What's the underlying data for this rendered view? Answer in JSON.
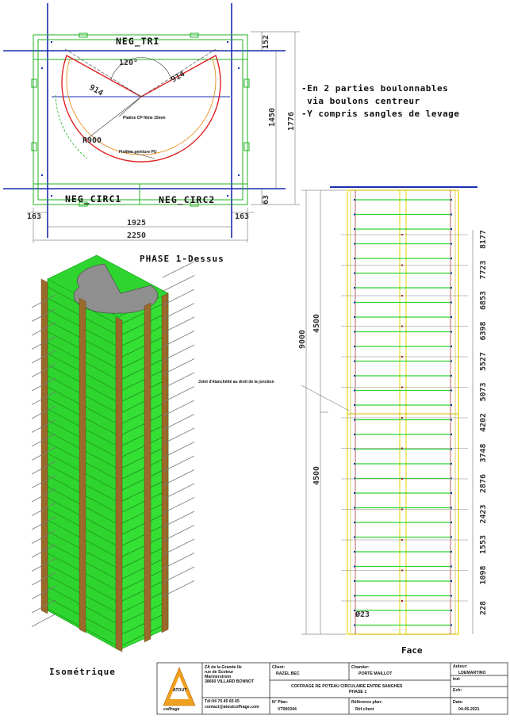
{
  "top_view": {
    "part_tri": "NEG_TRI",
    "part_circ1": "NEG_CIRC1",
    "part_circ2": "NEG_CIRC2",
    "angle": "120°",
    "len_left": "914",
    "len_right": "914",
    "radius": "R900",
    "leader_1": "Platine CP filmé 15mm",
    "leader_2": "Finition peinture PU",
    "dim_1925": "1925",
    "dim_2250": "2250",
    "dim_163_left": "163",
    "dim_163_right": "163",
    "dim_152": "152",
    "dim_1450": "1450",
    "dim_1776": "1776",
    "dim_63": "63",
    "caption": "PHASE 1-Dessus"
  },
  "notes": [
    "-En 2 parties boulonnables",
    " via boulons centreur",
    "-Y compris sangles de levage"
  ],
  "iso_caption": "Isométrique",
  "face_view": {
    "caption": "Face",
    "joint_note": "Joint d'étanchéité au droit de la jonction",
    "dim_9000": "9000",
    "dim_4500_top": "4500",
    "dim_4500_bottom": "4500",
    "diameter": "Ø23",
    "right_dims": [
      "8177",
      "7723",
      "6853",
      "6398",
      "5527",
      "5073",
      "4202",
      "3748",
      "2876",
      "2423",
      "1553",
      "1098",
      "228"
    ]
  },
  "title_block": {
    "address": [
      "ZA de la Grande Ile",
      "rue de Scoteur",
      "Marmerstrom",
      "38660 VILLARD BONNOT"
    ],
    "contact": [
      "Tél:04 76 45 65 65",
      "contact@atoutcoffrage.com"
    ],
    "logo_top": "ATOUT",
    "logo_bottom": "coffrage",
    "client_label": "Client:",
    "client": "RAZEL BEC",
    "chantier_label": "Chantier:",
    "chantier": "PORTE MAILLOT",
    "auteur_label": "Auteur:",
    "auteur": "LDEMARTINO",
    "title": "COFFRAGE DE POTEAU CIRCULAIRE ENTRE SANGHES",
    "subtitle": "PHASE 1",
    "ind_label": "Ind:",
    "ech_label": "Ech:",
    "plan_label": "N° Plan:",
    "plan": "VT000344",
    "ref_label": "Référence plan:",
    "ref": "Réf client",
    "date_label": "Date:",
    "date": "04-05-2021"
  },
  "colors": {
    "panel_green": "#2fd52f",
    "frame_green": "#20b020",
    "wood": "#9a6a2a",
    "beam_blue": "#1a2db0",
    "outline_red": "#e02020",
    "yellow": "#e8d200",
    "logo_orange": "#f0a020"
  }
}
